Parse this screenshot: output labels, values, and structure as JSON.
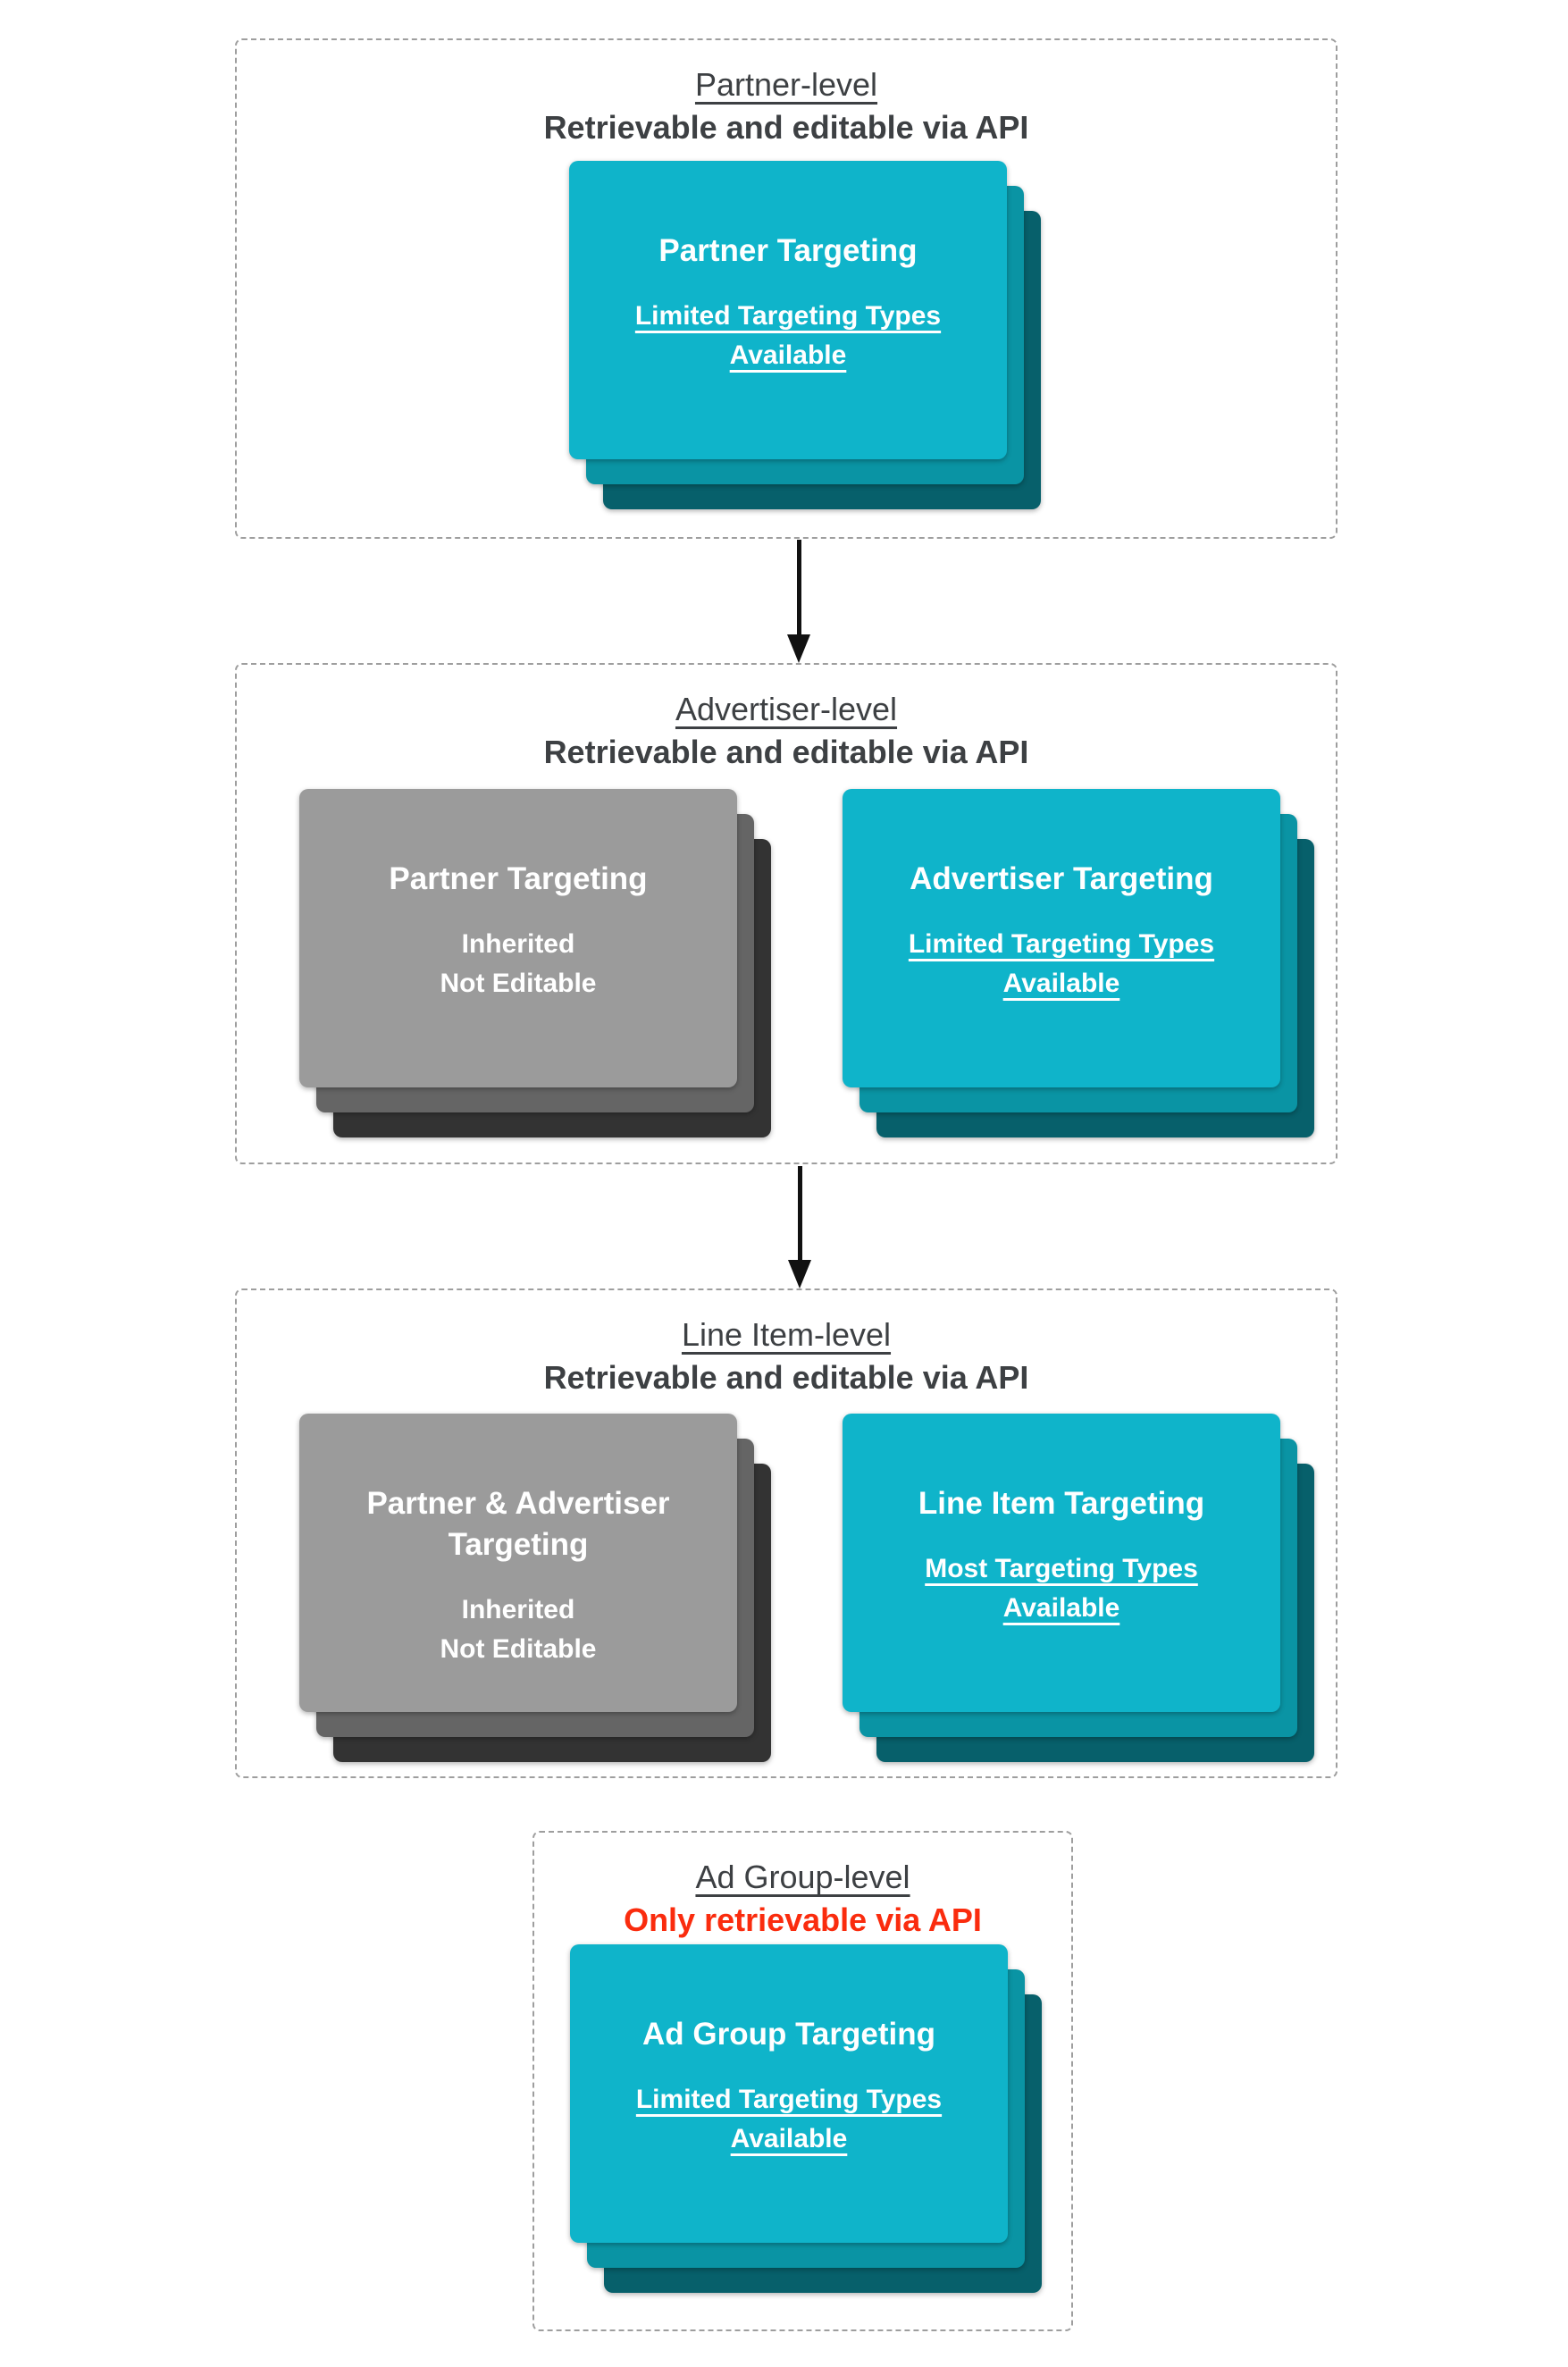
{
  "colors": {
    "teal_front": "#0fb4ca",
    "teal_mid": "#0a94a4",
    "teal_back": "#07606b",
    "gray_front": "#9b9b9b",
    "gray_mid": "#656565",
    "gray_back": "#333333",
    "heading": "#3d4043",
    "red": "#fa2c0e",
    "dash_border": "#9e9e9e",
    "arrow": "#111111"
  },
  "sections": [
    {
      "id": "partner-level",
      "title": "Partner-level",
      "subtitle": "Retrievable and editable via API",
      "subtitle_color": "dark",
      "cards": [
        {
          "style": "teal",
          "title": "Partner Targeting",
          "lines": [
            "Limited Targeting Types",
            "Available"
          ],
          "lines_underline": true
        }
      ]
    },
    {
      "id": "advertiser-level",
      "title": "Advertiser-level",
      "subtitle": "Retrievable and editable via API",
      "subtitle_color": "dark",
      "cards": [
        {
          "style": "gray",
          "title": "Partner Targeting",
          "lines": [
            "Inherited",
            "Not Editable"
          ],
          "lines_underline": false
        },
        {
          "style": "teal",
          "title": "Advertiser Targeting",
          "lines": [
            "Limited Targeting Types",
            "Available"
          ],
          "lines_underline": true
        }
      ]
    },
    {
      "id": "line-item-level",
      "title": "Line Item-level",
      "subtitle": "Retrievable and editable via API",
      "subtitle_color": "dark",
      "cards": [
        {
          "style": "gray",
          "title": "Partner & Advertiser Targeting",
          "lines": [
            "Inherited",
            "Not Editable"
          ],
          "lines_underline": false
        },
        {
          "style": "teal",
          "title": "Line Item Targeting",
          "lines": [
            "Most Targeting Types",
            "Available"
          ],
          "lines_underline": true
        }
      ]
    },
    {
      "id": "ad-group-level",
      "title": "Ad Group-level",
      "subtitle": "Only retrievable via API",
      "subtitle_color": "red",
      "cards": [
        {
          "style": "teal",
          "title": "Ad Group Targeting",
          "lines": [
            "Limited Targeting Types",
            "Available"
          ],
          "lines_underline": true
        }
      ]
    }
  ]
}
